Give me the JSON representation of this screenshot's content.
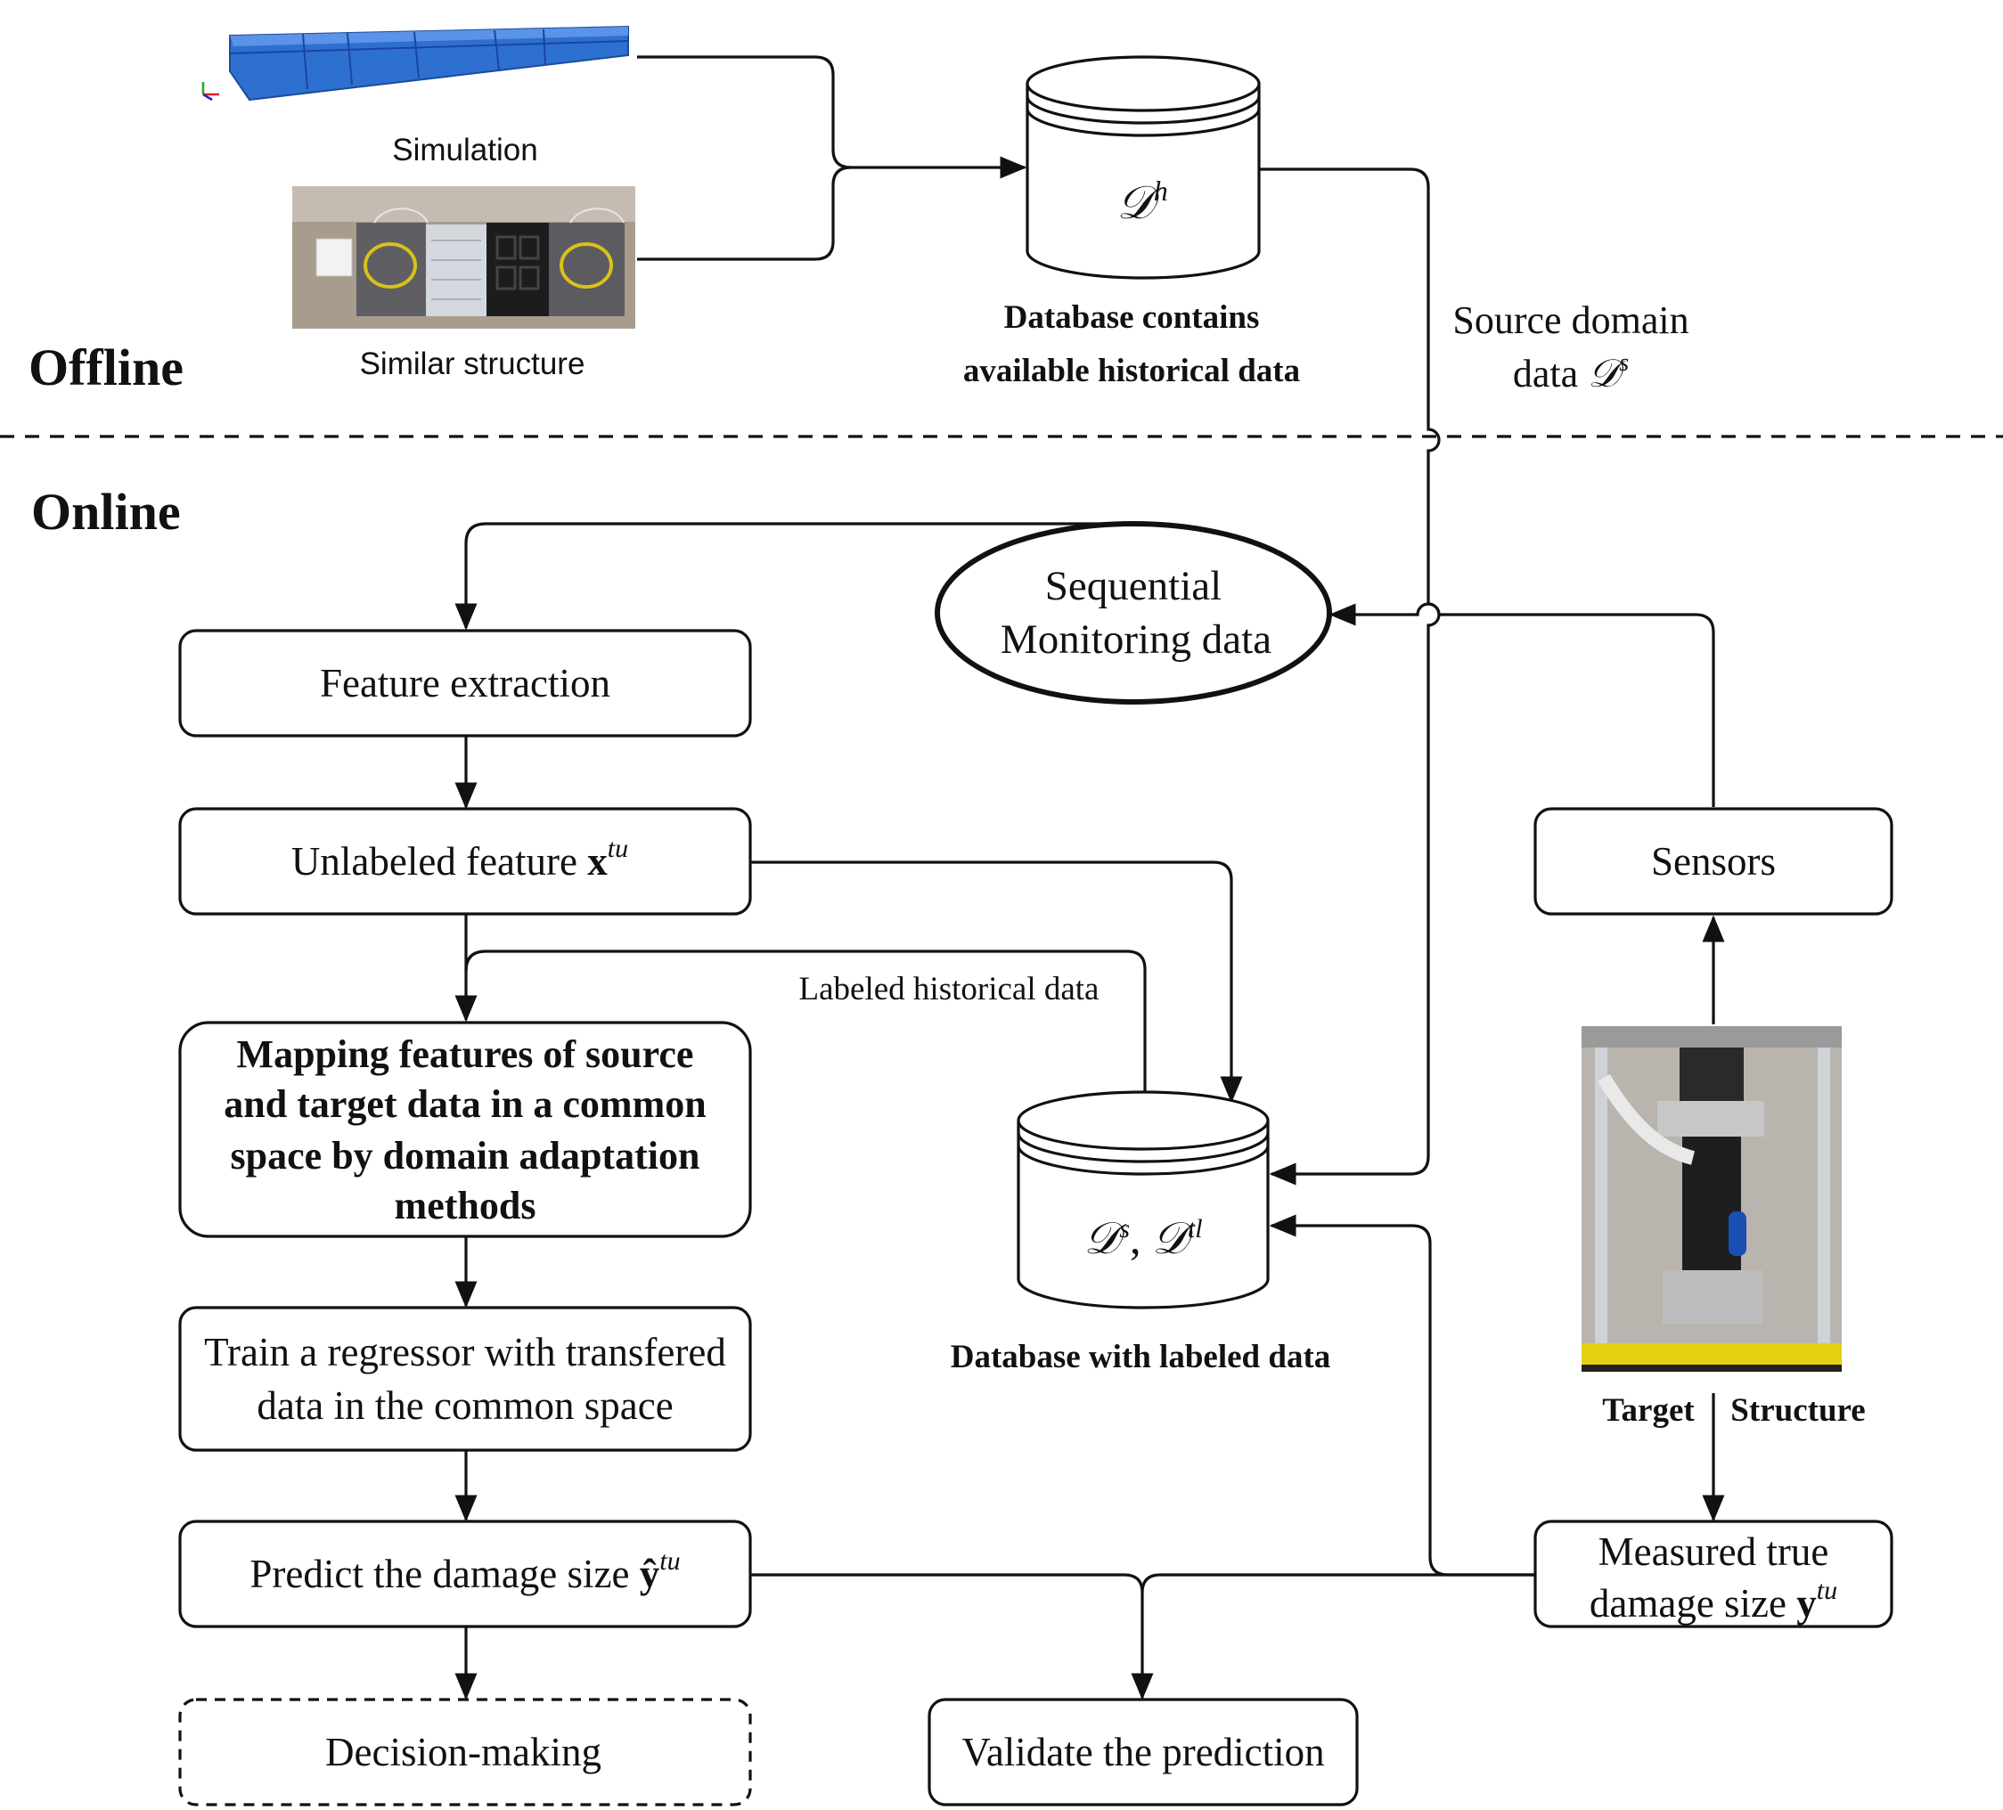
{
  "offline": {
    "section_label": "Offline",
    "simulation_label": "Simulation",
    "similar_structure_label": "Similar structure",
    "historical_db": {
      "symbol": "𝒟",
      "superscript": "h",
      "caption_line1": "Database contains",
      "caption_line2": "available historical data"
    },
    "source_domain": {
      "line1": "Source domain",
      "line2_prefix": "data",
      "symbol": "𝒟",
      "superscript": "s"
    }
  },
  "online": {
    "section_label": "Online",
    "sequential_monitoring": {
      "line1": "Sequential",
      "line2": "Monitoring data"
    },
    "feature_extraction": "Feature extraction",
    "unlabeled_feature": {
      "text": "Unlabeled feature",
      "symbol": "x",
      "superscript": "tu"
    },
    "mapping": {
      "line1": "Mapping features of source",
      "line2": "and target data in a common",
      "line3": "space by domain adaptation",
      "line4": "methods"
    },
    "train": {
      "line1": "Train a regressor with transfered",
      "line2": "data in the common space"
    },
    "predict": {
      "text": "Predict the damage size",
      "symbol": "ŷ",
      "superscript": "tu"
    },
    "decision": "Decision-making",
    "labeled_history_label": "Labeled historical data",
    "labeled_db": {
      "symbol_a": "𝒟",
      "sup_a": "s",
      "separator": ",",
      "symbol_b": "𝒟",
      "sup_b": "tl",
      "caption": "Database with labeled data"
    },
    "sensors": "Sensors",
    "target_label_left": "Target",
    "target_label_right": "Structure",
    "measured": {
      "line1": "Measured true",
      "line2_text": "damage size",
      "symbol": "y",
      "superscript": "tu"
    },
    "validate": "Validate the prediction"
  }
}
